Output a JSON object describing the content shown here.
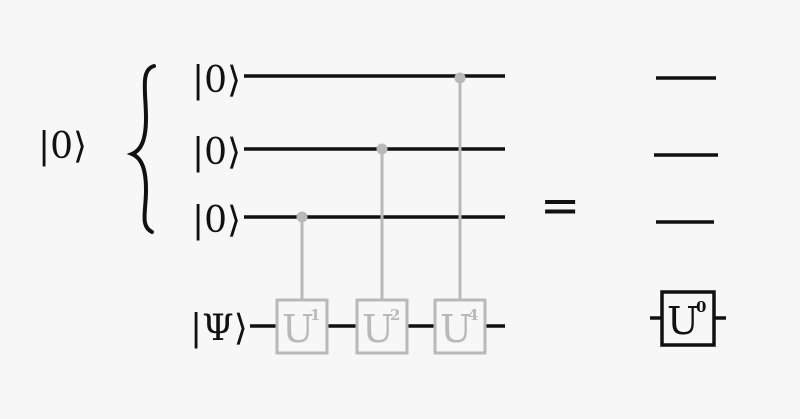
{
  "colors": {
    "ink": "#111111",
    "control": "#b9b9b9",
    "background": "#f7f7f7"
  },
  "left_state": {
    "ket": "|0⟩"
  },
  "register": {
    "qubits": [
      {
        "ket": "|0⟩"
      },
      {
        "ket": "|0⟩"
      },
      {
        "ket": "|0⟩"
      }
    ],
    "target": {
      "ket": "|Ψ⟩"
    }
  },
  "gates": [
    {
      "base": "U",
      "exp": "1"
    },
    {
      "base": "U",
      "exp": "2"
    },
    {
      "base": "U",
      "exp": "4"
    }
  ],
  "equals": "=",
  "result_gate": {
    "base": "U",
    "exp": "0"
  }
}
